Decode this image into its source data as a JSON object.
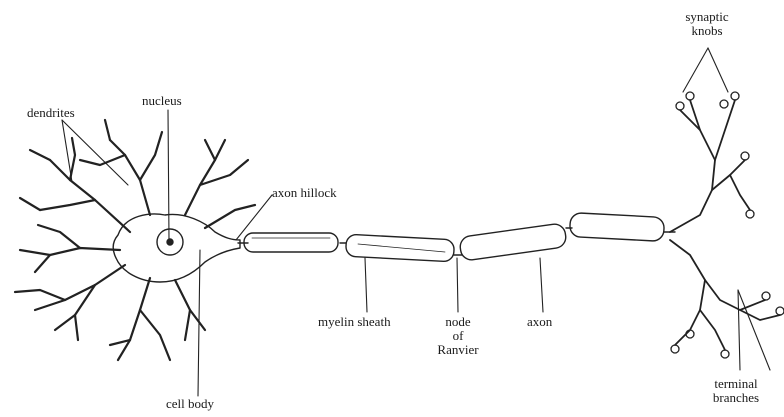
{
  "labels": {
    "dendrites": "dendrites",
    "nucleus": "nucleus",
    "axon_hillock": "axon hillock",
    "cell_body": "cell body",
    "myelin_sheath": "myelin sheath",
    "node_line1": "node",
    "node_line2": "of",
    "node_line3": "Ranvier",
    "axon": "axon",
    "synaptic_line1": "synaptic",
    "synaptic_line2": "knobs",
    "terminal_line1": "terminal",
    "terminal_line2": "branches"
  }
}
